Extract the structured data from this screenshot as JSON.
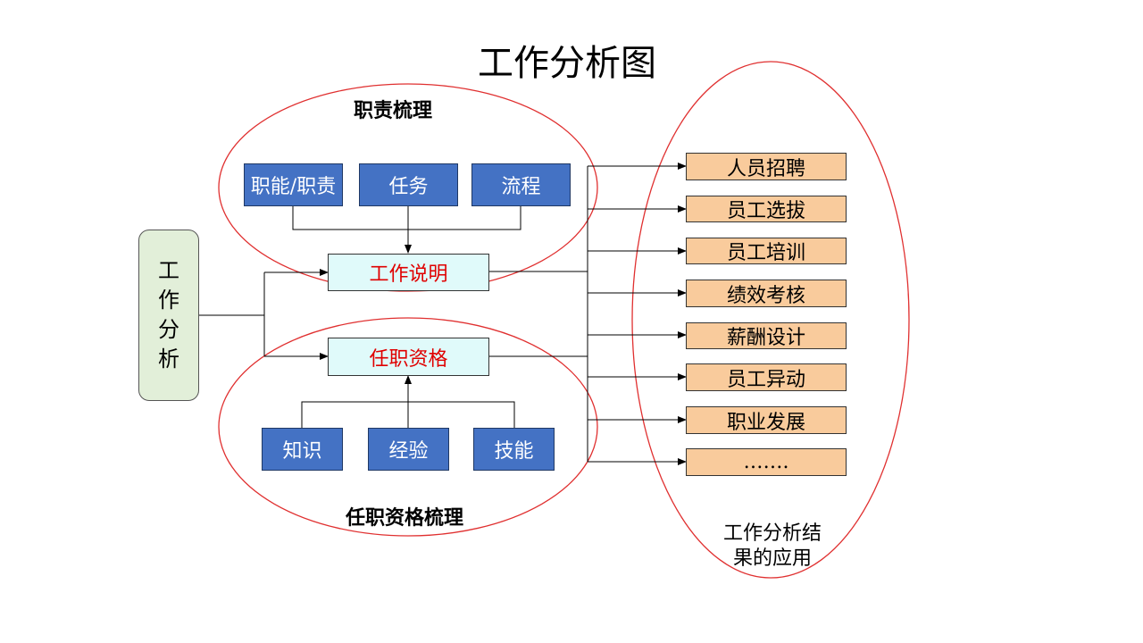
{
  "title": "工作分析图",
  "source": {
    "chars": [
      "工",
      "作",
      "分",
      "析"
    ]
  },
  "duty_group": {
    "label": "职责梳理",
    "items": [
      "职能/职责",
      "任务",
      "流程"
    ]
  },
  "job_description": {
    "label": "工作说明"
  },
  "qualification": {
    "label": "任职资格"
  },
  "qualification_group": {
    "label": "任职资格梳理",
    "items": [
      "知识",
      "经验",
      "技能"
    ]
  },
  "applications": {
    "label_line1": "工作分析结",
    "label_line2": "果的应用",
    "items": [
      "人员招聘",
      "员工选拔",
      "员工培训",
      "绩效考核",
      "薪酬设计",
      "员工异动",
      "职业发展",
      "……."
    ]
  },
  "colors": {
    "ellipse_stroke": "#e03030",
    "blue_box": "#4472c4",
    "cyan_box": "#e0fafa",
    "orange_box": "#f9cb9c",
    "source_box": "#e2efd9",
    "highlight_text": "#e00000"
  }
}
